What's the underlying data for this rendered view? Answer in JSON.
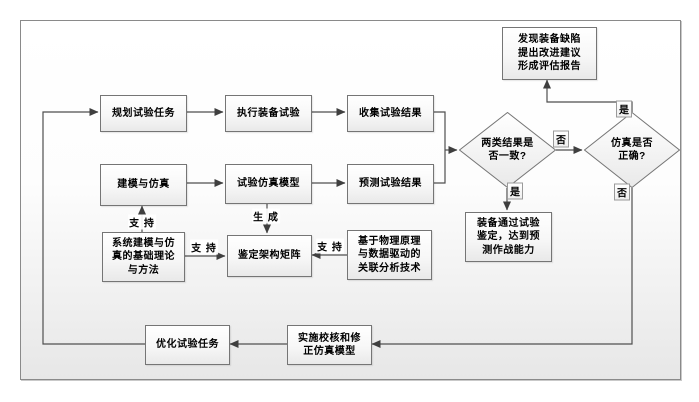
{
  "figure": {
    "type": "flowchart",
    "language": "zh-CN",
    "background_color": "#ffffff",
    "frame_border_color": "#8a8a8a",
    "box_border_color": "#757575",
    "connector_color": "#4f4f4f",
    "nodes": {
      "plan": {
        "label": "规划试验任务"
      },
      "execute": {
        "label": "执行装备试验"
      },
      "collect": {
        "label": "收集试验结果"
      },
      "modeling": {
        "label": "建模与仿真"
      },
      "sim_model": {
        "label": "试验仿真模型"
      },
      "predict": {
        "label": "预测试验结果"
      },
      "consistent_decision": {
        "label": "两类结果是\n否一致?"
      },
      "sim_correct_decision": {
        "label": "仿真是否\n正确?"
      },
      "report": {
        "label": "发现装备缺陷\n提出改进建议\n形成评估报告"
      },
      "qualified": {
        "label": "装备通过试验\n鉴定，达到预\n测作战能力"
      },
      "theory": {
        "label": "系统建模与仿\n真的基础理论\n与方法"
      },
      "matrix": {
        "label": "鉴定架构矩阵"
      },
      "physics": {
        "label": "基于物理原理\n与数据驱动的\n关联分析技术"
      },
      "optimize": {
        "label": "优化试验任务"
      },
      "implement": {
        "label": "实施校核和修\n正仿真模型"
      }
    },
    "edge_labels": {
      "support_up": "支 持",
      "support_left": "支 持",
      "support_right": "支 持",
      "generate": "生 成",
      "no_between_decisions": "否",
      "yes_below_consistent": "是",
      "yes_to_report": "是",
      "no_below_correct": "否"
    }
  }
}
